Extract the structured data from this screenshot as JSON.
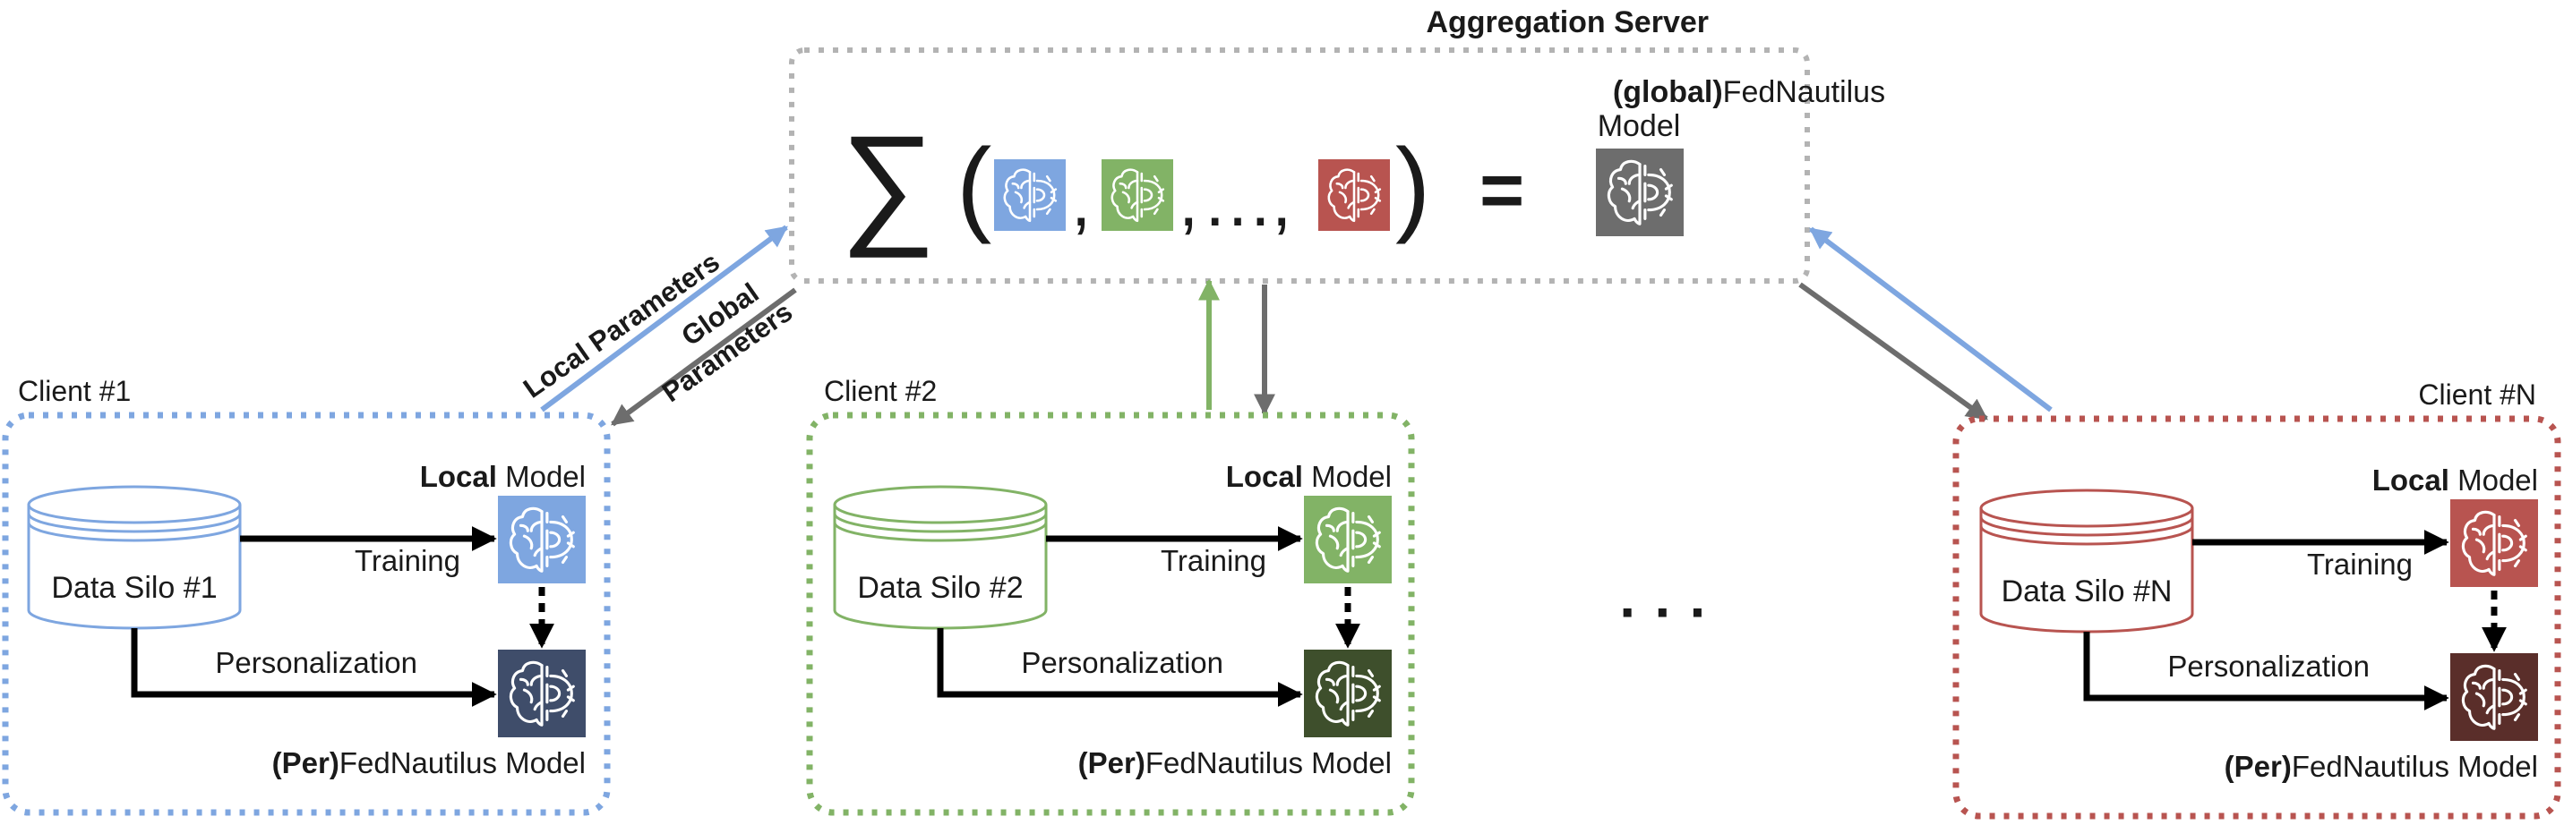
{
  "server": {
    "title": "Aggregation Server",
    "global_model_prefix": "(global)",
    "global_model_name": "FedNautilus",
    "global_model_suffix": "Model",
    "sum_symbol": "∑",
    "open_paren": "(",
    "close_paren": ")",
    "comma": ",",
    "ellipsis": "…",
    "equals": "="
  },
  "edges": {
    "local_parameters": "Local Parameters",
    "global_parameters_line1": "Global",
    "global_parameters_line2": "Parameters"
  },
  "clients": [
    {
      "title": "Client #1",
      "silo": "Data Silo #1",
      "local_bold": "Local",
      "local_rest": " Model",
      "training": "Training",
      "personalization": "Personalization",
      "per_prefix": "(Per)",
      "per_rest": "FedNautilus Model",
      "border_color": "#7EA6E0",
      "local_color": "#7EA6E0",
      "per_color": "#3F4D6A"
    },
    {
      "title": "Client #2",
      "silo": "Data Silo #2",
      "local_bold": "Local",
      "local_rest": " Model",
      "training": "Training",
      "personalization": "Personalization",
      "per_prefix": "(Per)",
      "per_rest": "FedNautilus Model",
      "border_color": "#82B366",
      "local_color": "#82B366",
      "per_color": "#3E4F2C"
    },
    {
      "title": "Client #N",
      "silo": "Data Silo #N",
      "local_bold": "Local",
      "local_rest": " Model",
      "training": "Training",
      "personalization": "Personalization",
      "per_prefix": "(Per)",
      "per_rest": "FedNautilus Model",
      "border_color": "#B85450",
      "local_color": "#B85450",
      "per_color": "#5A2E2A"
    }
  ],
  "between_clients_ellipsis": "· · ·",
  "colors": {
    "global_model": "#6D6D6D",
    "server_border": "#B3B3B3",
    "global_arrow": "#6D6D6D",
    "upload_blue": "#7EA6E0",
    "upload_green": "#82B366",
    "flow_arrow": "#000000"
  },
  "icons": {
    "model": "brain-gear-icon",
    "database": "database-icon"
  }
}
